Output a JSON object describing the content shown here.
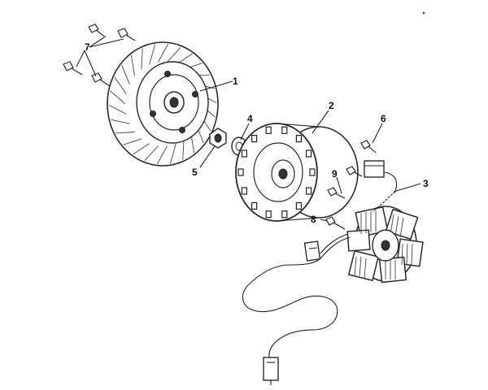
{
  "diagram": {
    "callouts": [
      {
        "id": "fan",
        "label": "1"
      },
      {
        "id": "flywheel",
        "label": "2"
      },
      {
        "id": "stator",
        "label": "3"
      },
      {
        "id": "washer",
        "label": "4"
      },
      {
        "id": "nut",
        "label": "5"
      },
      {
        "id": "pulser-bolt",
        "label": "6"
      },
      {
        "id": "fan-bolts",
        "label": "7"
      },
      {
        "id": "stator-bolt",
        "label": "8"
      },
      {
        "id": "pulser-screw",
        "label": "9"
      }
    ],
    "colors": {
      "ink": "#222222",
      "paper": "#ffffff"
    }
  }
}
